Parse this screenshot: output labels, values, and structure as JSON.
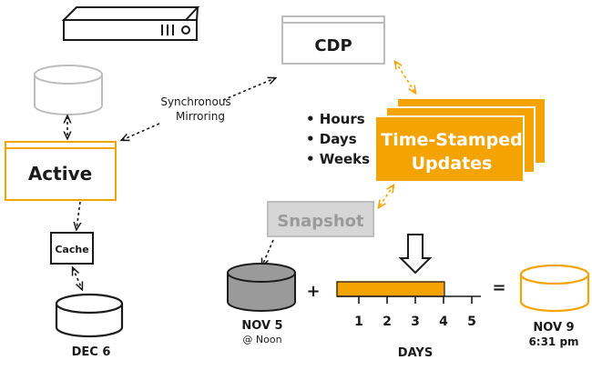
{
  "labels": {
    "cdp": "CDP",
    "sync_line1": "Synchronous",
    "sync_line2": "Mirroring",
    "active": "Active",
    "cache": "Cache",
    "dec6": "DEC 6",
    "bullet_hours": "• Hours",
    "bullet_days": "• Days",
    "bullet_weeks": "• Weeks",
    "ts_line1": "Time-Stamped",
    "ts_line2": "Updates",
    "snapshot": "Snapshot",
    "nov5_line1": "NOV 5",
    "nov5_line2": "@ Noon",
    "plus": "+",
    "equals": "=",
    "days_axis": "DAYS",
    "nov9_line1": "NOV 9",
    "nov9_line2": "6:31 pm"
  },
  "timeline": {
    "ticks": [
      "1",
      "2",
      "3",
      "4",
      "5"
    ],
    "filled_through_day": 4
  },
  "colors": {
    "orange": "#f5a300",
    "ink": "#1a1a1a",
    "gray_box": "#d6d6d6",
    "gray_disk": "#9a9a9a",
    "light_gray": "#bdbdbd"
  },
  "icons": {
    "server": "server-rack-icon",
    "disk": "database-cylinder-icon",
    "down_arrow": "hollow-down-arrow-icon"
  }
}
